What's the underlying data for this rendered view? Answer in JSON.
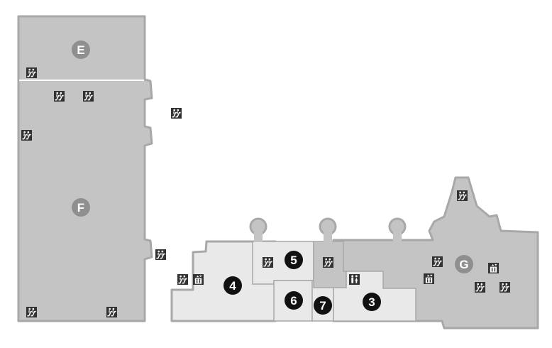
{
  "map": {
    "colors": {
      "background": "#ffffff",
      "wall": "#a8a8a8",
      "dark_area": "#c4c4c4",
      "light_area": "#e9e9e9",
      "badge_dark": "#111111",
      "badge_gray": "#8f8f8f",
      "badge_text": "#ffffff",
      "icon_bg": "#333333",
      "icon_fg": "#ffffff"
    },
    "zones": [
      {
        "id": "E",
        "style": "gray"
      },
      {
        "id": "F",
        "style": "gray"
      },
      {
        "id": "G",
        "style": "gray"
      },
      {
        "id": "3",
        "style": "dark"
      },
      {
        "id": "4",
        "style": "dark"
      },
      {
        "id": "5",
        "style": "dark"
      },
      {
        "id": "6",
        "style": "dark"
      },
      {
        "id": "7",
        "style": "dark"
      }
    ],
    "icons": [
      "escalator-icon",
      "elevator-icon",
      "restroom-icon"
    ]
  }
}
